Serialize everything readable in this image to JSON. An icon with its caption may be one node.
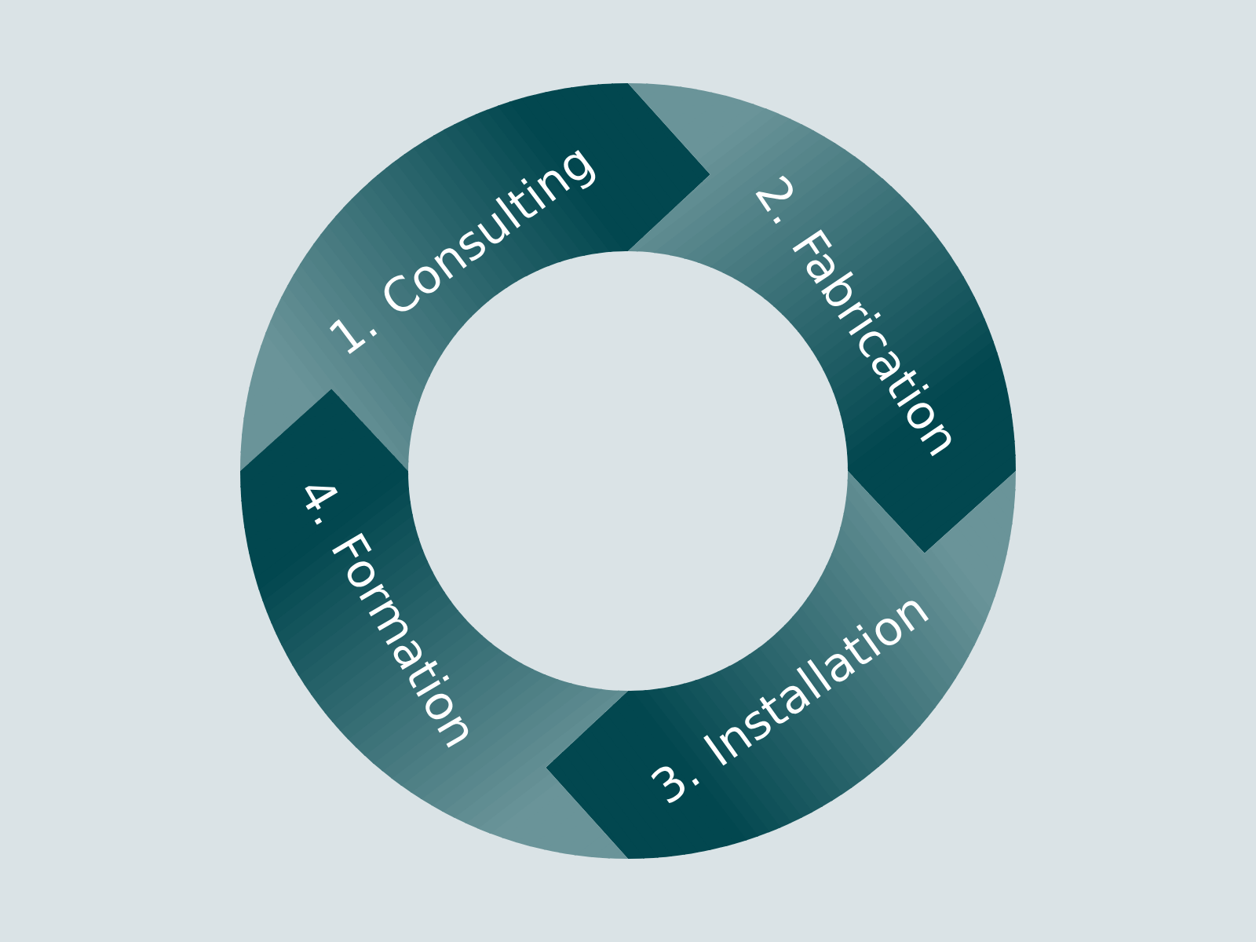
{
  "diagram": {
    "nodes": [
      {
        "text": [
          "1. Consulting"
        ]
      },
      {
        "text": [
          "2. Fabrication"
        ]
      },
      {
        "text": [
          "3. Installation"
        ]
      },
      {
        "text": [
          "4. Formation"
        ]
      }
    ]
  }
}
